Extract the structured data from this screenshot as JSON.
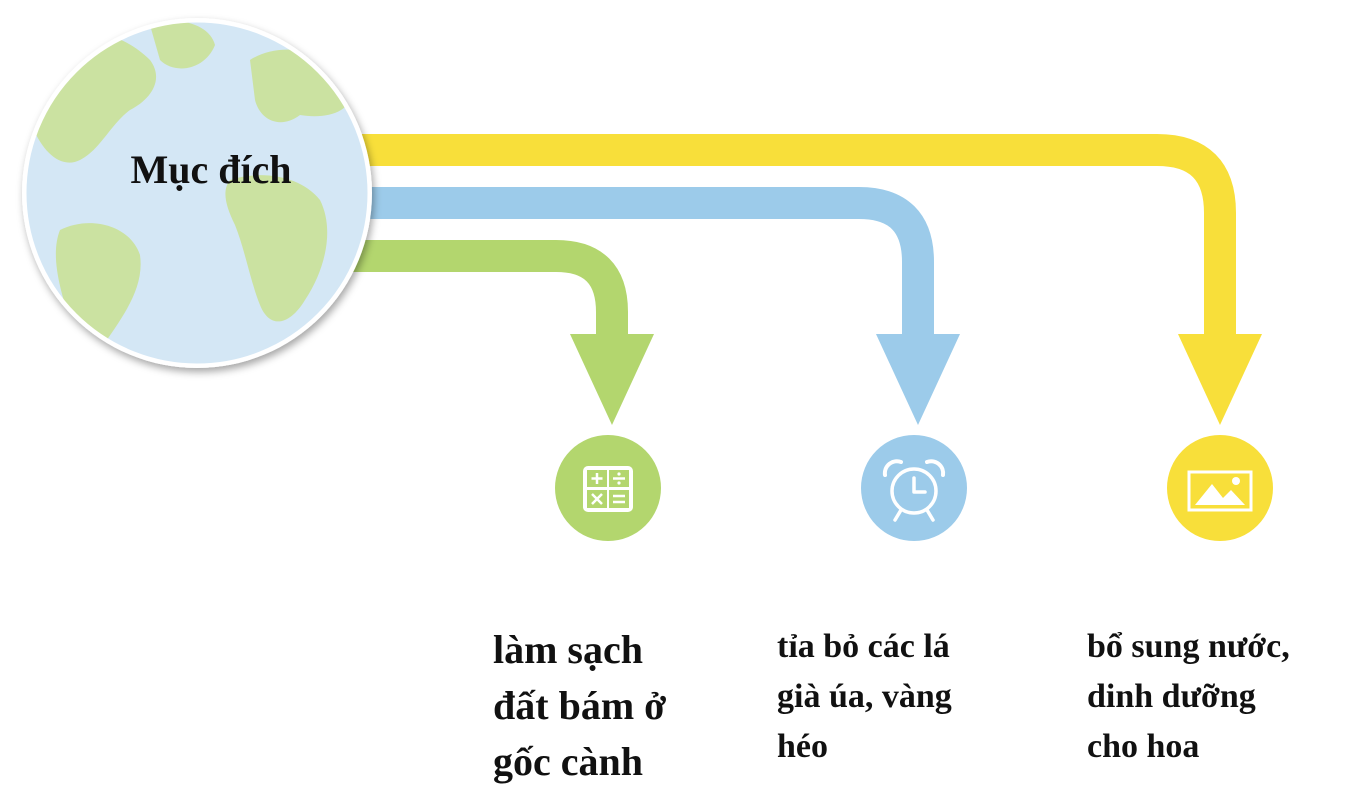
{
  "center": {
    "title": "Mục đích",
    "icon": "globe-icon"
  },
  "branches": [
    {
      "id": "clean",
      "color": "#B3D66E",
      "icon": "calculator-icon",
      "label": "làm sạch\nđất bám ở\ngốc cành"
    },
    {
      "id": "prune",
      "color": "#9CCBEA",
      "icon": "alarm-clock-icon",
      "label": "tỉa bỏ các lá\ngià úa, vàng\nhéo"
    },
    {
      "id": "nourish",
      "color": "#F8DF3A",
      "icon": "image-icon",
      "label": "bổ sung nước,\ndinh dưỡng\ncho hoa"
    }
  ],
  "colors": {
    "ocean": "#D4E7F5",
    "land": "#CBE2A1",
    "globe_border": "#FFFFFF"
  }
}
